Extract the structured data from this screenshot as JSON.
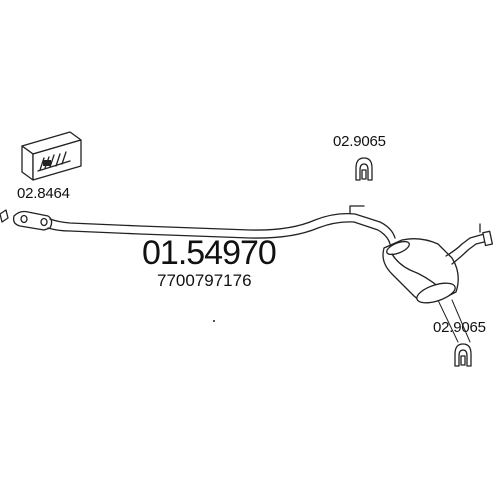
{
  "diagram": {
    "main_part_number": "01.54970",
    "oem_number": "7700797176",
    "accessories": [
      {
        "label": "02.8464",
        "icon": "gasket-box-icon"
      },
      {
        "label": "02.9065",
        "icon": "rubber-hanger-icon"
      },
      {
        "label": "02.9065",
        "icon": "rubber-hanger-icon"
      }
    ],
    "colors": {
      "line": "#222222",
      "background": "#ffffff"
    }
  }
}
